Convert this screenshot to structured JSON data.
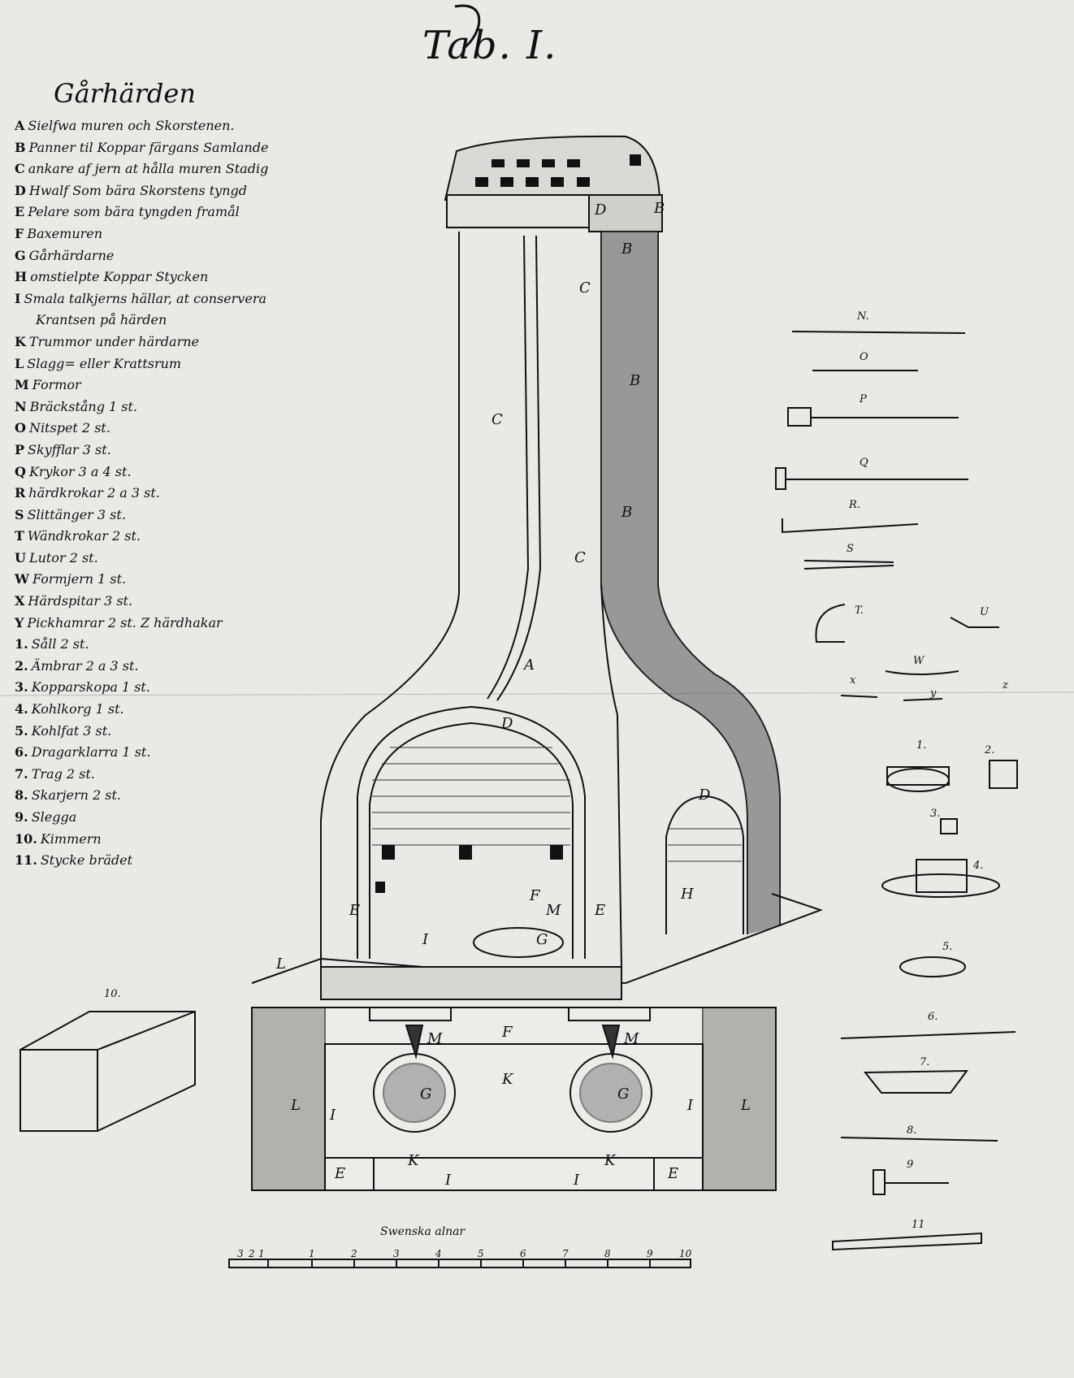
{
  "title": "Tab. I.",
  "legend_title": "Gårhärden",
  "legend": [
    {
      "key": "A",
      "text": "Sielfwa muren och Skorstenen."
    },
    {
      "key": "B",
      "text": "Panner til Koppar färgans Samlande"
    },
    {
      "key": "C",
      "text": "ankare af jern at hålla muren Stadig"
    },
    {
      "key": "D",
      "text": "Hwalf Som bära Skorstens tyngd"
    },
    {
      "key": "E",
      "text": "Pelare som bära tyngden framål"
    },
    {
      "key": "F",
      "text": "Baxemuren"
    },
    {
      "key": "G",
      "text": "Gårhärdarne"
    },
    {
      "key": "H",
      "text": "omstielpte Koppar Stycken"
    },
    {
      "key": "I",
      "text": "Smala talkjerns hällar, at conservera"
    },
    {
      "key": "",
      "text": "Krantsen på härden"
    },
    {
      "key": "K",
      "text": "Trummor under härdarne"
    },
    {
      "key": "L",
      "text": "Slagg= eller Krattsrum"
    },
    {
      "key": "M",
      "text": "Formor"
    },
    {
      "key": "N",
      "text": "Bräckstång 1 st."
    },
    {
      "key": "O",
      "text": "Nitspet 2 st."
    },
    {
      "key": "P",
      "text": "Skyfflar 3 st."
    },
    {
      "key": "Q",
      "text": "Krykor 3 a 4 st."
    },
    {
      "key": "R",
      "text": "härdkrokar 2 a 3 st."
    },
    {
      "key": "S",
      "text": "Slittänger 3 st."
    },
    {
      "key": "T",
      "text": "Wändkrokar 2 st."
    },
    {
      "key": "U",
      "text": "Lutor 2 st."
    },
    {
      "key": "W",
      "text": "Formjern 1 st."
    },
    {
      "key": "X",
      "text": "Härdspitar 3 st."
    },
    {
      "key": "Y",
      "text": "Pickhamrar 2 st.  Z härdhakar"
    },
    {
      "key": "1.",
      "text": "Såll 2 st."
    },
    {
      "key": "2.",
      "text": "Ämbrar 2 a 3 st."
    },
    {
      "key": "3.",
      "text": "Kopparskopa 1 st."
    },
    {
      "key": "4.",
      "text": "Kohlkorg 1 st."
    },
    {
      "key": "5.",
      "text": "Kohlfat 3 st."
    },
    {
      "key": "6.",
      "text": "Dragarklarra 1 st."
    },
    {
      "key": "7.",
      "text": "Trag 2 st."
    },
    {
      "key": "8.",
      "text": "Skarjern 2 st."
    },
    {
      "key": "9.",
      "text": "Slegga"
    },
    {
      "key": "10.",
      "text": "Kimmern"
    },
    {
      "key": "11.",
      "text": "Stycke brädet"
    }
  ],
  "figure_labels": {
    "A": "A",
    "B": "B",
    "C": "C",
    "D": "D",
    "E": "E",
    "F": "F",
    "G": "G",
    "H": "H",
    "I": "I",
    "K": "K",
    "L": "L",
    "M": "M"
  },
  "tool_labels": {
    "N": "N.",
    "O": "O",
    "P": "P",
    "Q": "Q",
    "R": "R.",
    "S": "S",
    "T": "T.",
    "U": "U",
    "W": "W",
    "X": "x",
    "Y": "y",
    "Z": "z",
    "t1": "1.",
    "t2": "2.",
    "t3": "3.",
    "t4": "4.",
    "t5": "5.",
    "t6": "6.",
    "t7": "7.",
    "t8": "8.",
    "t9": "9",
    "t10": "10.",
    "t11": "11"
  },
  "scale": {
    "title": "Swenska alnar",
    "ticks": [
      "3",
      "2",
      "1",
      "1",
      "2",
      "3",
      "4",
      "5",
      "6",
      "7",
      "8",
      "9",
      "10"
    ]
  }
}
